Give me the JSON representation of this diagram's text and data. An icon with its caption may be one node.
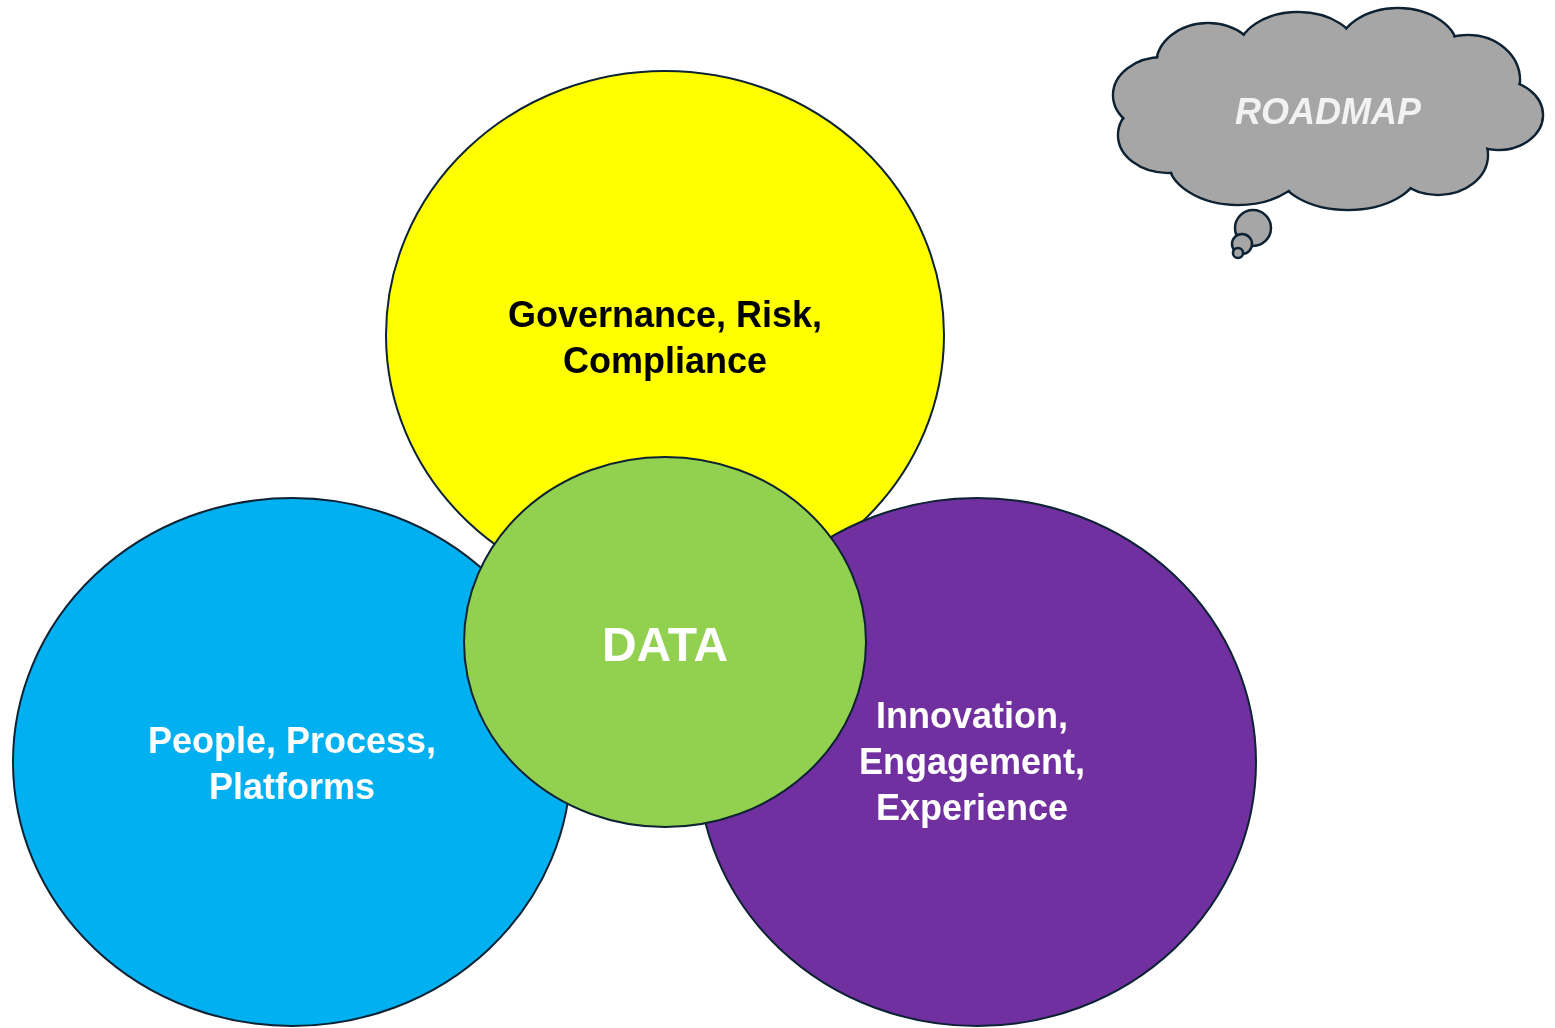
{
  "diagram": {
    "nodes": [
      {
        "text": [
          "Governance, Risk, Compliance"
        ]
      },
      {
        "text": [
          "ROADMAP"
        ]
      },
      {
        "text": [
          "DATA"
        ]
      },
      {
        "text": [
          "People, Process, Platforms"
        ]
      },
      {
        "text": [
          "Innovation, Engagement, Experience"
        ]
      }
    ]
  }
}
